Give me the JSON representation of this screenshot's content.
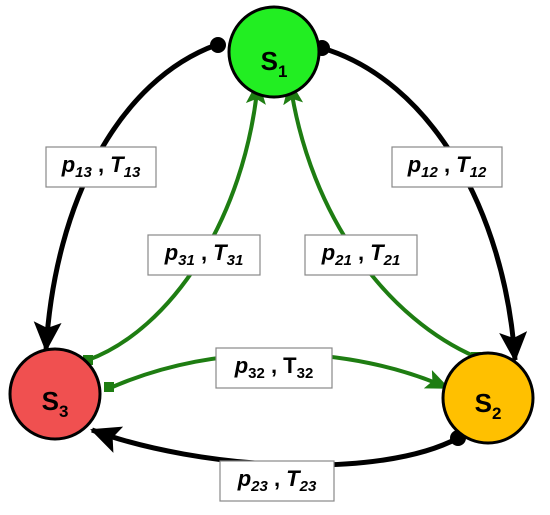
{
  "colors": {
    "black_edges": "#000000",
    "green_edges": "#1e7d12",
    "s1_fill": "#22ee22",
    "s2_fill": "#ffc000",
    "s3_fill": "#f05050"
  },
  "states": {
    "s1": {
      "main": "S",
      "sub": "1"
    },
    "s2": {
      "main": "S",
      "sub": "2"
    },
    "s3": {
      "main": "S",
      "sub": "3"
    }
  },
  "labels": {
    "l13": {
      "p": "p",
      "p_sub": "13",
      "sep": " , ",
      "t": "T",
      "t_sub": "13"
    },
    "l12": {
      "p": "p",
      "p_sub": "12",
      "sep": " , ",
      "t": "T",
      "t_sub": "12"
    },
    "l31": {
      "p": "p",
      "p_sub": "31",
      "sep": " , ",
      "t": "T",
      "t_sub": "31"
    },
    "l21": {
      "p": "p",
      "p_sub": "21",
      "sep": " , ",
      "t": "T",
      "t_sub": "21"
    },
    "l32": {
      "p": "p",
      "p_sub": "32",
      "sep": " , ",
      "t": "T",
      "t_sub": "32"
    },
    "l23": {
      "p": "p",
      "p_sub": "23",
      "sep": " , ",
      "t": "T",
      "t_sub": "23"
    }
  }
}
